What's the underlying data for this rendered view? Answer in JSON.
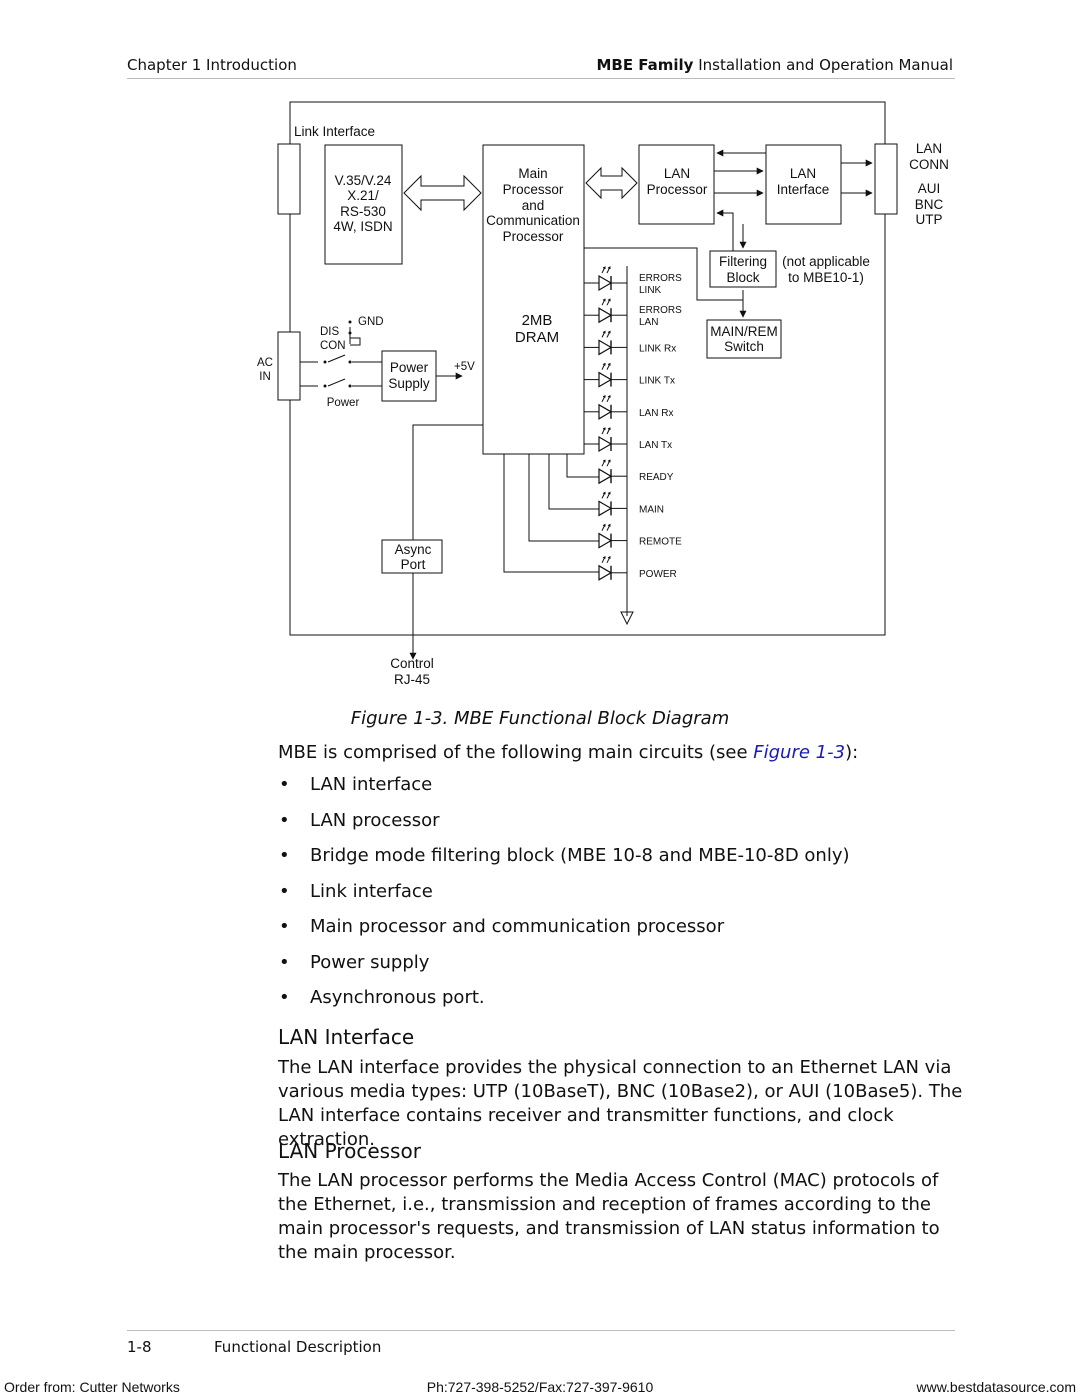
{
  "header": {
    "chapter": "Chapter 1  Introduction",
    "manual_bold": "MBE Family",
    "manual_rest": " Installation and Operation Manual"
  },
  "diagram": {
    "link_interface": "Link Interface",
    "link_types": [
      "V.35/V.24",
      "X.21/",
      "RS-530",
      "4W, ISDN"
    ],
    "main_processor": [
      "Main",
      "Processor",
      "and",
      "Communication",
      "Processor"
    ],
    "dram": [
      "2MB",
      "DRAM"
    ],
    "lan_processor": [
      "LAN",
      "Processor"
    ],
    "lan_interface": [
      "LAN",
      "Interface"
    ],
    "lan_conn": [
      "LAN",
      "CONN"
    ],
    "conn_types": [
      "AUI",
      "BNC",
      "UTP"
    ],
    "filtering_block": [
      "Filtering",
      "Block"
    ],
    "not_applicable": [
      "(not applicable",
      "to MBE10-1)"
    ],
    "main_rem_switch": [
      "MAIN/REM",
      "Switch"
    ],
    "gnd": "GND",
    "dis": "DIS",
    "con": "CON",
    "ac_in": [
      "AC",
      "IN"
    ],
    "power_supply": [
      "Power",
      "Supply"
    ],
    "plus5v": "+5V",
    "power_switch": "Power",
    "async_port": [
      "Async",
      "Port"
    ],
    "control": [
      "Control",
      "RJ-45"
    ],
    "leds": [
      [
        "ERRORS",
        "LINK"
      ],
      [
        "ERRORS",
        "LAN"
      ],
      [
        "LINK Rx"
      ],
      [
        "LINK Tx"
      ],
      [
        "LAN Rx"
      ],
      [
        "LAN Tx"
      ],
      [
        "READY"
      ],
      [
        "MAIN"
      ],
      [
        "REMOTE"
      ],
      [
        "POWER"
      ]
    ]
  },
  "caption": "Figure 1-3.  MBE Functional Block Diagram",
  "intro": {
    "before": "MBE is comprised of the following main circuits (see ",
    "link": "Figure 1-3",
    "after": "):"
  },
  "bullets": [
    "LAN interface",
    "LAN processor",
    "Bridge mode filtering block (MBE 10-8 and MBE-10-8D only)",
    "Link interface",
    "Main processor and communication processor",
    "Power supply",
    "Asynchronous port."
  ],
  "sections": [
    {
      "title": "LAN Interface",
      "text": "The LAN interface provides the physical connection to an Ethernet LAN via various media types: UTP (10BaseT), BNC (10Base2), or AUI (10Base5). The LAN interface contains receiver and transmitter functions, and clock extraction."
    },
    {
      "title": "LAN Processor",
      "text": "The LAN processor performs the Media Access Control (MAC) protocols of the Ethernet, i.e., transmission and reception of frames according to the main processor's requests, and transmission of LAN status information to the main processor."
    }
  ],
  "footer": {
    "page": "1-8",
    "section": "Functional Description"
  },
  "order_line": {
    "left": "Order from: Cutter Networks",
    "center": "Ph:727-398-5252/Fax:727-397-9610",
    "right": "www.bestdatasource.com"
  }
}
